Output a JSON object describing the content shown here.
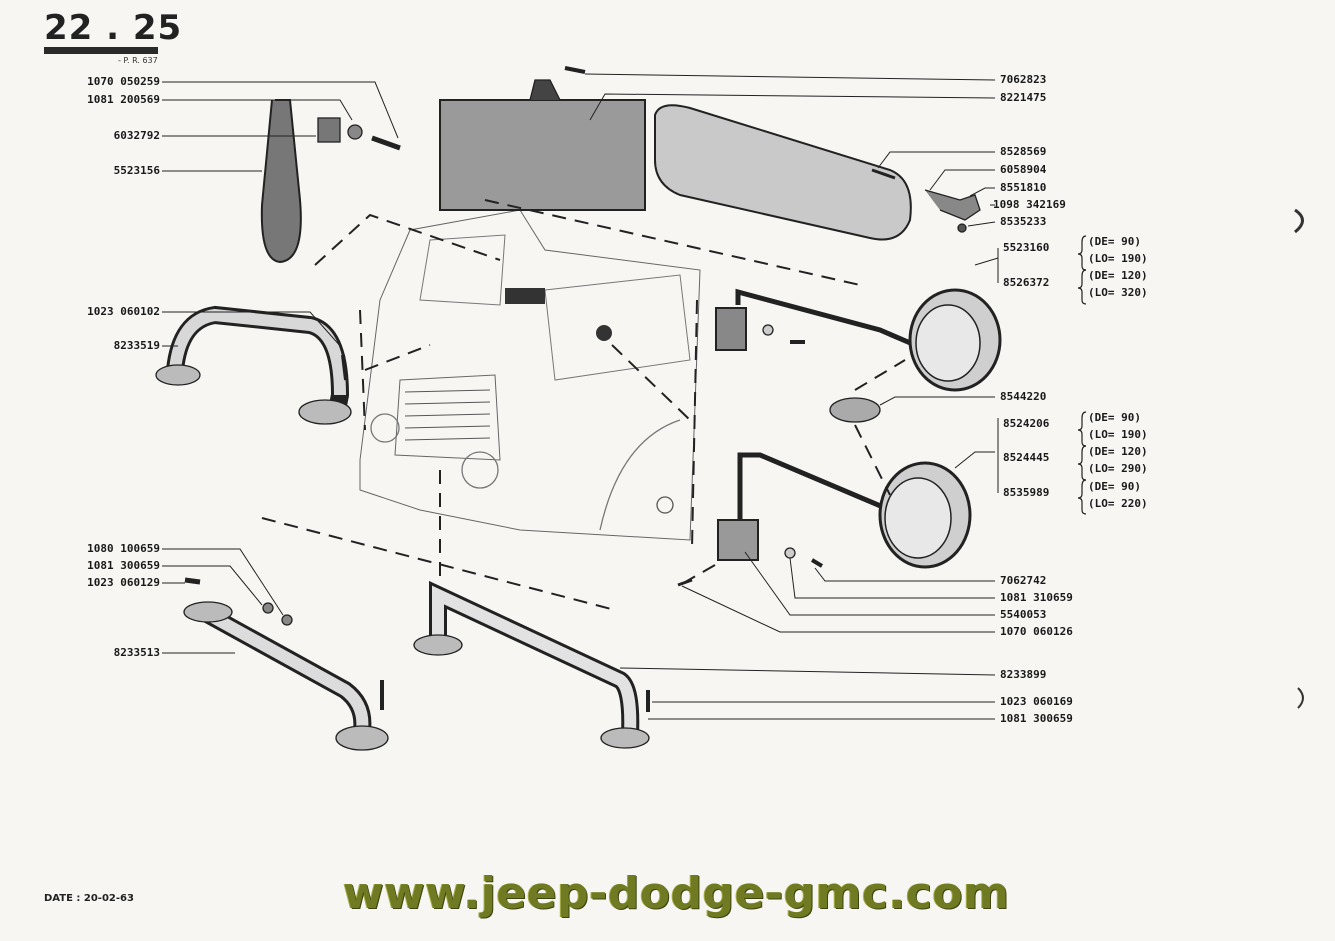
{
  "header": {
    "number": "22 . 25",
    "reference": "- P. R. 637"
  },
  "parts_left": [
    "1070 050259",
    "1081 200569",
    "6032792",
    "5523156",
    "1023 060102",
    "8233519",
    "1080 100659",
    "1081 300659",
    "1023 060129",
    "8233513"
  ],
  "parts_right": [
    "7062823",
    "8221475",
    "8528569",
    "6058904",
    "8551810",
    "1098 342169",
    "8535233",
    "5523160",
    "8526372",
    "8544220",
    "8524206",
    "8524445",
    "8535989",
    "7062742",
    "1081 310659",
    "5540053",
    "1070 060126",
    "8233899",
    "1023 060169",
    "1081 300659"
  ],
  "dims": [
    "(DE= 90)",
    "(LO= 190)",
    "(DE= 120)",
    "(LO= 320)",
    "(DE= 90)",
    "(LO= 190)",
    "(DE= 120)",
    "(LO= 290)",
    "(DE= 90)",
    "(LO= 220)"
  ],
  "footer": {
    "date": "DATE : 20-02-63",
    "website": "www.jeep-dodge-gmc.com"
  }
}
